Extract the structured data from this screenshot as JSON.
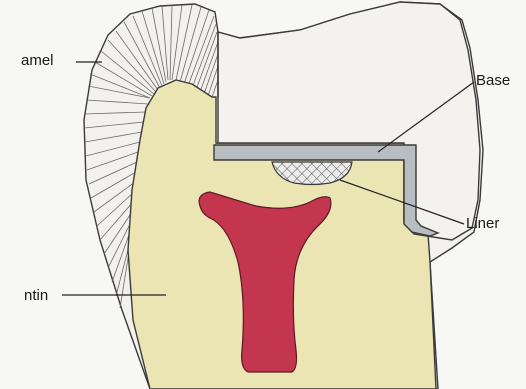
{
  "labels": {
    "enamel": "amel",
    "dentin": "ntin",
    "base": "Base",
    "liner": "Liner"
  },
  "colors": {
    "background": "#f7f7f5",
    "enamel": "#f3f1ee",
    "dentin": "#ebe5b4",
    "pulp": "#c4354e",
    "base": "#b8bdc1",
    "outline": "#3a3a3a"
  }
}
